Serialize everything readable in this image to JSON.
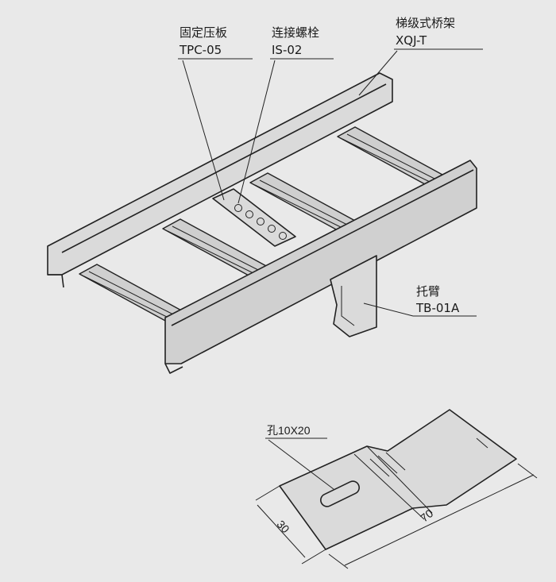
{
  "labels": {
    "pressure_plate": {
      "name": "固定压板",
      "code": "TPC-05"
    },
    "bolt": {
      "name": "连接螺栓",
      "code": "IS-02"
    },
    "tray": {
      "name": "梯级式桥架",
      "code": "XQJ-T"
    },
    "arm": {
      "name": "托臂",
      "code": "TB-01A"
    }
  },
  "detail": {
    "hole": "孔10X20",
    "width": "30",
    "length": "70"
  }
}
